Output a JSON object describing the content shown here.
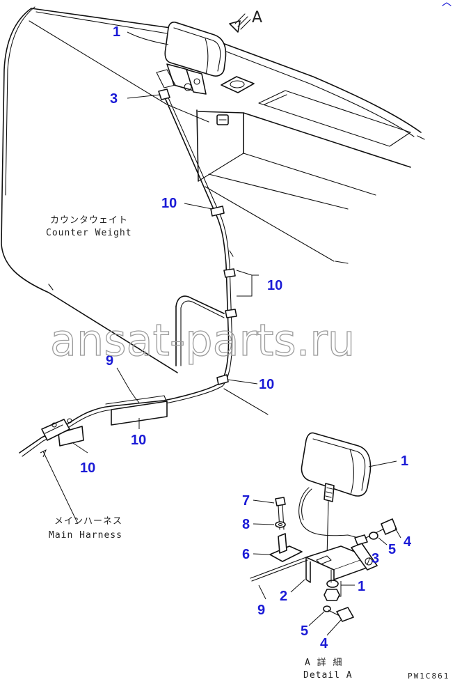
{
  "view_label": "A",
  "labels": {
    "counterweight_jp": "カウンタウェイト",
    "counterweight_en": "Counter Weight",
    "main_harness_jp": "メインハーネス",
    "main_harness_en": "Main Harness",
    "detail_jp": "A 詳 細",
    "detail_en": "Detail A"
  },
  "watermark": "ansat-parts.ru",
  "drawing_code": "PW1C861",
  "callouts": {
    "c1_top": "1",
    "c3_top": "3",
    "c10_a": "10",
    "c10_b": "10",
    "c10_c": "10",
    "c9_main": "9",
    "c10_d": "10",
    "c10_e": "10",
    "c1_lamp": "1",
    "c7": "7",
    "c8": "8",
    "c6": "6",
    "c2": "2",
    "c9_detail": "9",
    "c4_right": "4",
    "c5_right": "5",
    "c3_detail": "3",
    "c1_nut": "1",
    "c5_bottom": "5",
    "c4_bottom": "4"
  }
}
